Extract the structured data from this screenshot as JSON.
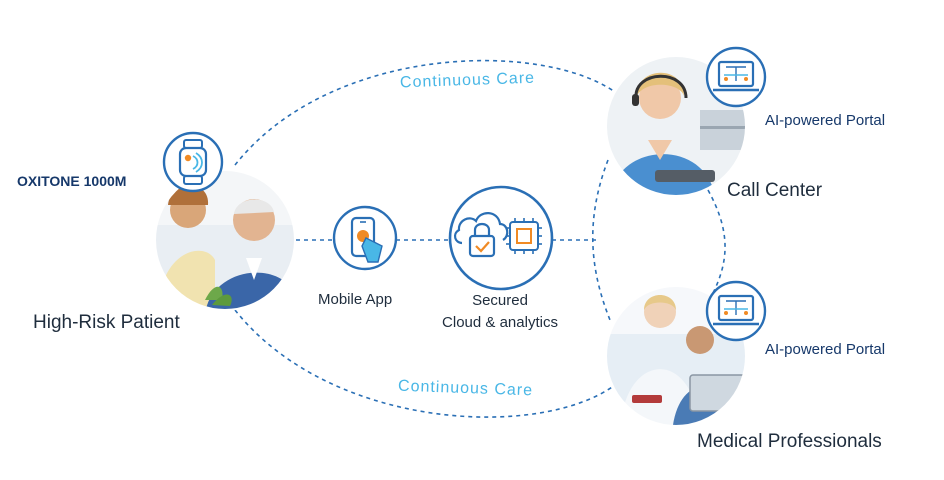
{
  "labels": {
    "device": "OXITONE 1000M",
    "patient": "High-Risk Patient",
    "mobile_app": "Mobile App",
    "cloud_line1": "Secured",
    "cloud_line2": "Cloud & analytics",
    "portal_top": "AI-powered Portal",
    "portal_bottom": "AI-powered Portal",
    "call_center": "Call Center",
    "medical": "Medical Professionals",
    "care_top": "Continuous Care",
    "care_bottom": "Continuous Care"
  },
  "colors": {
    "accent_blue": "#2a6fb5",
    "light_blue": "#49b7e6",
    "orange": "#f08a24",
    "text_dark": "#1f2d3d"
  },
  "icons": {
    "device": "smartwatch-icon",
    "mobile_app": "smartphone-tap-icon",
    "cloud": "cloud-lock-icon",
    "chip": "processor-chip-icon",
    "portal": "laptop-dashboard-icon"
  }
}
